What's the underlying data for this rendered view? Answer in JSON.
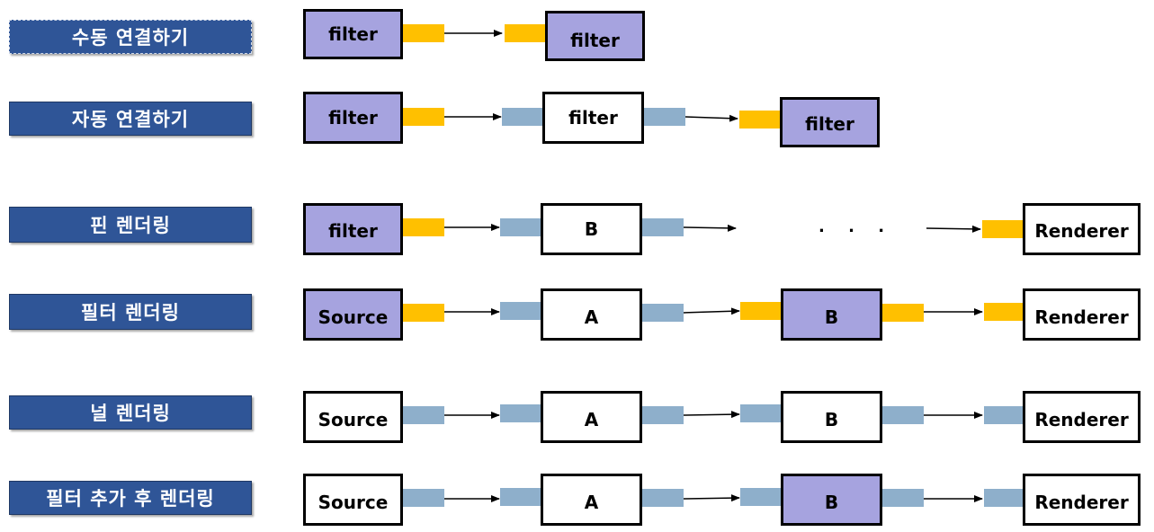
{
  "colors": {
    "label_bg": "#2F5597",
    "filter_fill": "#A6A3DF",
    "plain_fill": "#FFFFFF",
    "pin_yellow": "#FFC000",
    "pin_blue": "#8EAFCB"
  },
  "rows": [
    {
      "label": "수동 연결하기",
      "nodes": [
        {
          "text": "filter",
          "fill": "filter"
        },
        {
          "text": "filter",
          "fill": "filter"
        }
      ],
      "pins": [
        "yellow",
        "yellow"
      ]
    },
    {
      "label": "자동 연결하기",
      "nodes": [
        {
          "text": "filter",
          "fill": "filter"
        },
        {
          "text": "filter",
          "fill": "plain"
        },
        {
          "text": "filter",
          "fill": "filter"
        }
      ],
      "pins": [
        "yellow",
        "blue",
        "blue",
        "yellow"
      ]
    },
    {
      "label": "핀 렌더링",
      "nodes": [
        {
          "text": "filter",
          "fill": "filter"
        },
        {
          "text": "B",
          "fill": "plain"
        },
        {
          "text": "Renderer",
          "fill": "plain"
        }
      ],
      "ellipsis": ". . .",
      "pins": [
        "yellow",
        "blue",
        "blue",
        "yellow"
      ]
    },
    {
      "label": "필터 렌더링",
      "nodes": [
        {
          "text": "Source",
          "fill": "filter"
        },
        {
          "text": "A",
          "fill": "plain"
        },
        {
          "text": "B",
          "fill": "filter"
        },
        {
          "text": "Renderer",
          "fill": "plain"
        }
      ],
      "pins": [
        "yellow",
        "blue",
        "blue",
        "yellow",
        "yellow",
        "yellow"
      ]
    },
    {
      "label": "널 렌더링",
      "nodes": [
        {
          "text": "Source",
          "fill": "plain"
        },
        {
          "text": "A",
          "fill": "plain"
        },
        {
          "text": "B",
          "fill": "plain"
        },
        {
          "text": "Renderer",
          "fill": "plain"
        }
      ],
      "pins": [
        "blue",
        "blue",
        "blue",
        "blue",
        "blue",
        "blue"
      ]
    },
    {
      "label": "필터 추가 후 렌더링",
      "nodes": [
        {
          "text": "Source",
          "fill": "plain"
        },
        {
          "text": "A",
          "fill": "plain"
        },
        {
          "text": "B",
          "fill": "filter"
        },
        {
          "text": "Renderer",
          "fill": "plain"
        }
      ],
      "pins": [
        "blue",
        "blue",
        "blue",
        "blue",
        "blue",
        "blue"
      ]
    }
  ]
}
